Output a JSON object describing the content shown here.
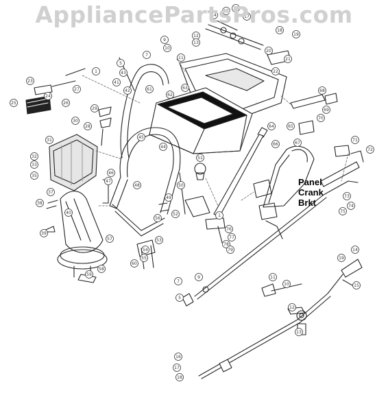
{
  "watermark": "AppliancePartsPros.com",
  "callout": {
    "line1": "Panel",
    "line2": "Crank",
    "line3": "Brkt"
  },
  "part_numbers": [
    "1",
    "5",
    "7",
    "9",
    "10",
    "11",
    "12",
    "13",
    "14",
    "15",
    "16",
    "17",
    "18",
    "19",
    "20",
    "21",
    "22",
    "23",
    "24",
    "25",
    "26",
    "27",
    "28",
    "29",
    "30",
    "31",
    "32",
    "33",
    "35",
    "37",
    "38",
    "39",
    "40",
    "41",
    "42",
    "43",
    "44",
    "45",
    "46",
    "47",
    "48",
    "49",
    "50",
    "51",
    "52",
    "53",
    "54",
    "55",
    "56",
    "57",
    "58",
    "59",
    "60",
    "61",
    "62",
    "63",
    "64",
    "65",
    "66",
    "67",
    "68",
    "69",
    "70",
    "71",
    "72",
    "73",
    "74",
    "75",
    "76",
    "77",
    "78",
    "79"
  ]
}
